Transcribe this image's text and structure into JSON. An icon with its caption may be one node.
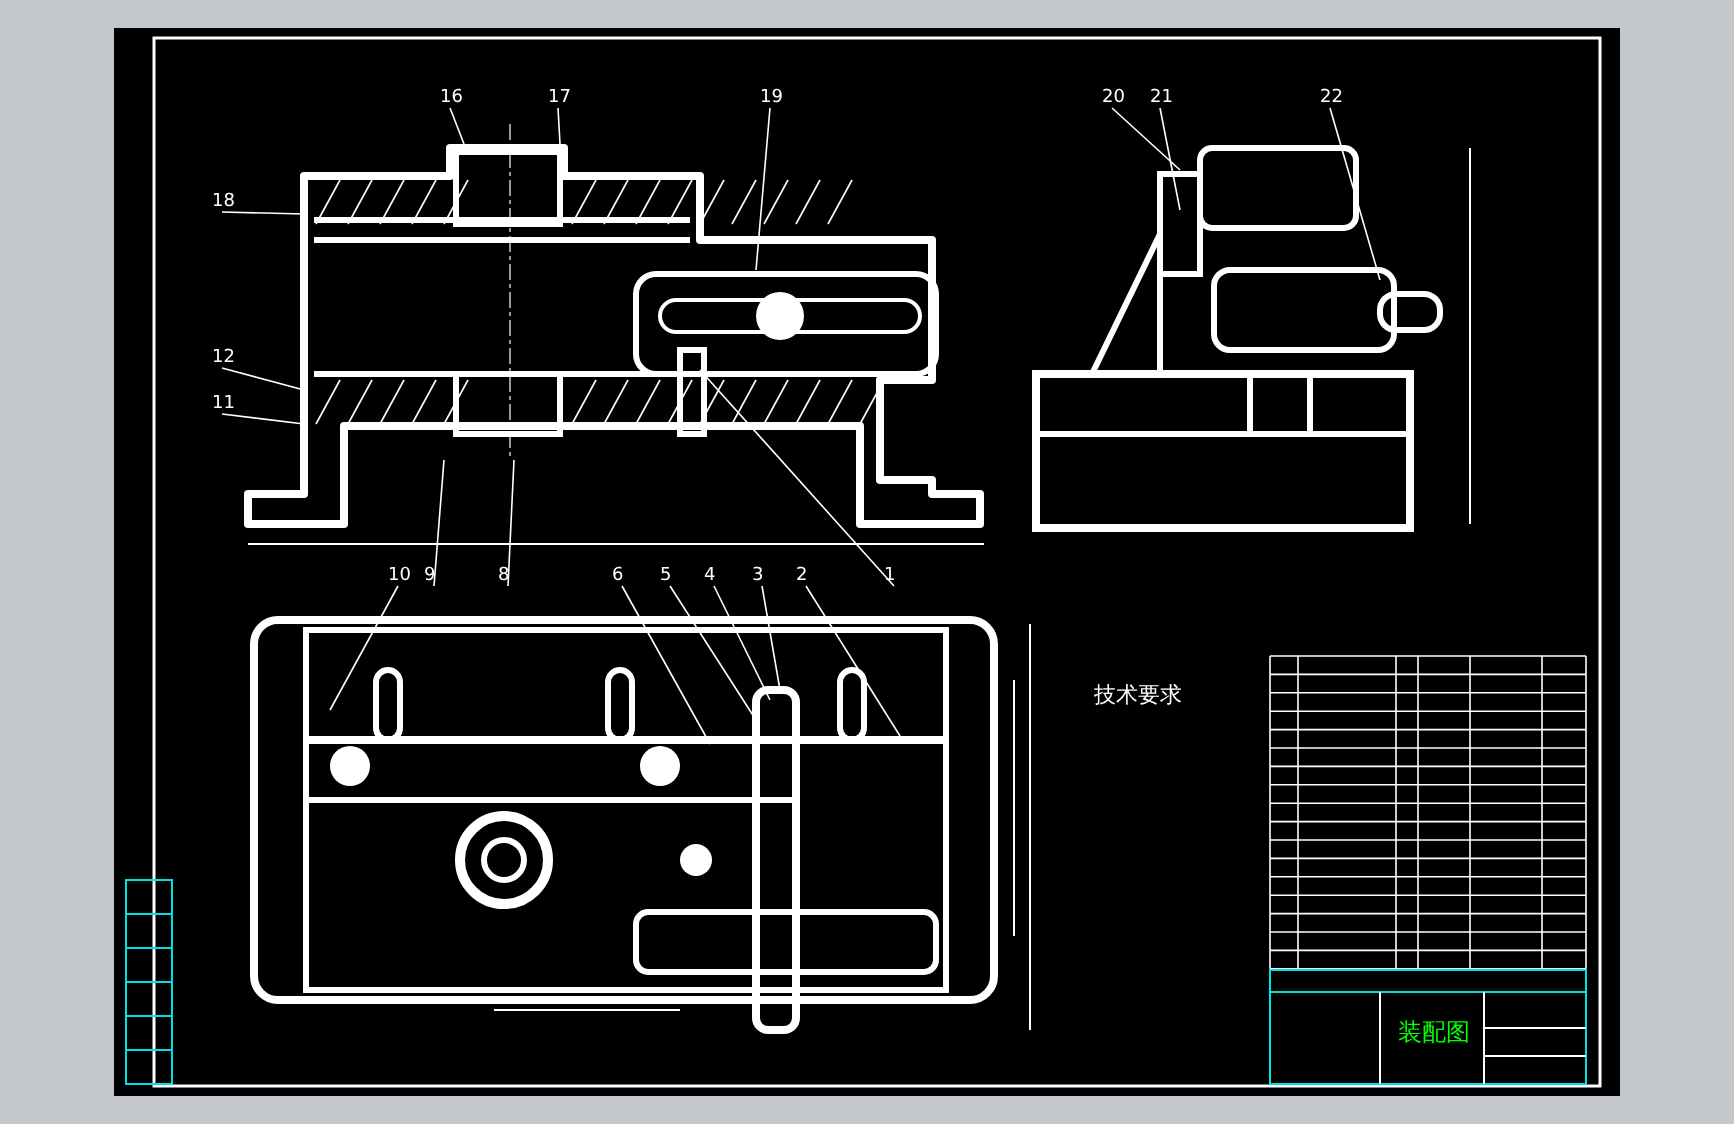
{
  "diagram": {
    "nodes": [
      {
        "text": [
          "16"
        ]
      },
      {
        "text": [
          "17"
        ]
      },
      {
        "text": [
          "19"
        ]
      },
      {
        "text": [
          "20"
        ]
      },
      {
        "text": [
          "21"
        ]
      },
      {
        "text": [
          "22"
        ]
      },
      {
        "text": [
          "18"
        ]
      },
      {
        "text": [
          "12"
        ]
      },
      {
        "text": [
          "11"
        ]
      },
      {
        "text": [
          "10"
        ]
      },
      {
        "text": [
          "9"
        ]
      },
      {
        "text": [
          "8"
        ]
      },
      {
        "text": [
          "6"
        ]
      },
      {
        "text": [
          "5"
        ]
      },
      {
        "text": [
          "4"
        ]
      },
      {
        "text": [
          "3"
        ]
      },
      {
        "text": [
          "2"
        ]
      },
      {
        "text": [
          "1"
        ]
      }
    ],
    "edges": [
      {
        "from": 0,
        "to": null,
        "arrow": "none"
      },
      {
        "from": 1,
        "to": null,
        "arrow": "none"
      },
      {
        "from": 2,
        "to": null,
        "arrow": "none"
      },
      {
        "from": 3,
        "to": null,
        "arrow": "none"
      },
      {
        "from": 4,
        "to": null,
        "arrow": "none"
      },
      {
        "from": 5,
        "to": null,
        "arrow": "none"
      },
      {
        "from": 6,
        "to": null,
        "arrow": "none"
      },
      {
        "from": 7,
        "to": null,
        "arrow": "none"
      },
      {
        "from": 8,
        "to": null,
        "arrow": "none"
      },
      {
        "from": 9,
        "to": null,
        "arrow": "none"
      },
      {
        "from": 10,
        "to": null,
        "arrow": "none"
      },
      {
        "from": 11,
        "to": null,
        "arrow": "none"
      },
      {
        "from": 12,
        "to": null,
        "arrow": "none"
      },
      {
        "from": 13,
        "to": null,
        "arrow": "none"
      },
      {
        "from": 14,
        "to": null,
        "arrow": "none"
      },
      {
        "from": 15,
        "to": null,
        "arrow": "none"
      },
      {
        "from": 16,
        "to": null,
        "arrow": "none"
      },
      {
        "from": 17,
        "to": null,
        "arrow": "none"
      }
    ],
    "labels": [
      "技术要求",
      "装配图"
    ]
  }
}
